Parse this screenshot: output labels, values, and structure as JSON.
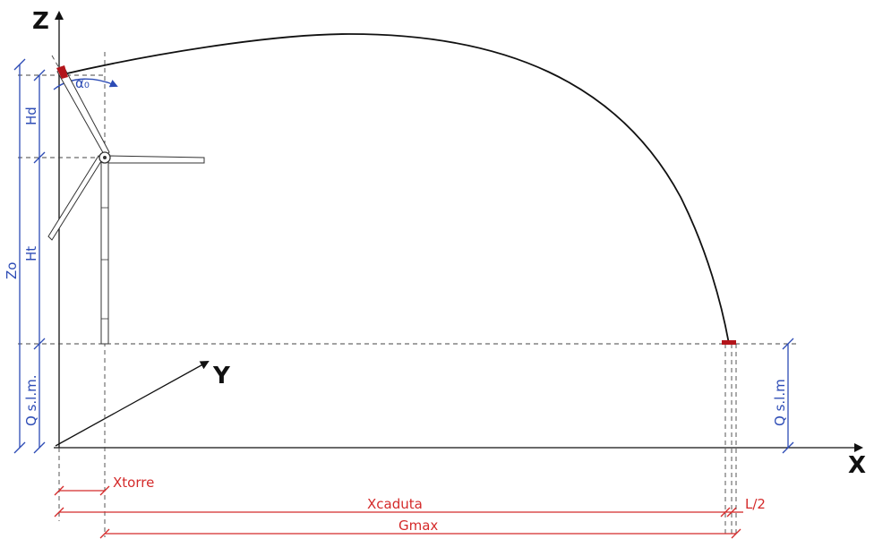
{
  "axes": {
    "z_label": "Z",
    "x_label": "X",
    "y_label": "Y"
  },
  "angle_label": "α₀",
  "blue_dimensions": {
    "hd": "Hd",
    "ht": "Ht",
    "zo": "Zo",
    "q_left": "Q s.l.m.",
    "q_right": "Q s.l.m"
  },
  "red_dimensions": {
    "xtorre": "Xtorre",
    "xcaduta": "Xcaduta",
    "l_half": "L/2",
    "gmax": "Gmax"
  },
  "colors": {
    "line": "#111111",
    "guide": "#444444",
    "blue_dim": "#2c4bb5",
    "red_dim": "#d42a2a",
    "turbine": "#333333",
    "blade_tip": "#b3151b"
  }
}
